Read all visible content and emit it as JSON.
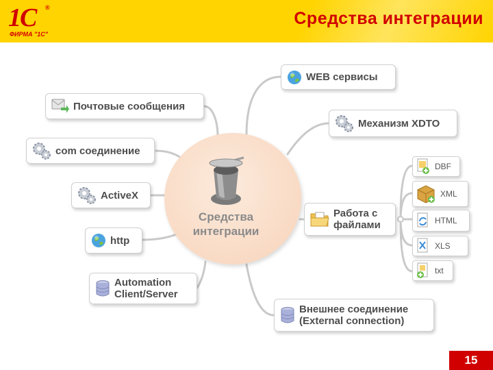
{
  "header": {
    "logo_text": "1С",
    "logo_reg": "®",
    "logo_sub": "ФИРМА \"1С\"",
    "title": "Средства интеграции"
  },
  "diagram": {
    "center": {
      "label_line1": "Средства",
      "label_line2": "интеграции",
      "icon": "top-hat-icon"
    },
    "nodes": {
      "web_services": {
        "label": "WEB сервисы",
        "icon": "globe-icon"
      },
      "mail": {
        "label": "Почтовые сообщения",
        "icon": "mail-exchange-icon"
      },
      "xdto": {
        "label": "Механизм XDTO",
        "icon": "gears-icon"
      },
      "com": {
        "label": "com соединение",
        "icon": "gears-icon"
      },
      "activex": {
        "label": "ActiveX",
        "icon": "gears-icon"
      },
      "http": {
        "label": "http",
        "icon": "globe-icon"
      },
      "automation": {
        "label_line1": "Automation",
        "label_line2": "Client/Server",
        "icon": "database-icon"
      },
      "files": {
        "label_line1": "Работа с",
        "label_line2": "файлами",
        "icon": "folder-icon"
      },
      "external": {
        "label_line1": "Внешнее соединение",
        "label_line2": "(External connection)",
        "icon": "database-icon"
      }
    },
    "file_formats": [
      {
        "label": "DBF",
        "icon": "dbf-file-icon"
      },
      {
        "label": "XML",
        "icon": "package-icon"
      },
      {
        "label": "HTML",
        "icon": "html-file-icon"
      },
      {
        "label": "XLS",
        "icon": "xls-file-icon"
      },
      {
        "label": "txt",
        "icon": "txt-file-icon"
      }
    ]
  },
  "colors": {
    "brand_yellow": "#FFD400",
    "brand_red": "#D00000",
    "center_fill": "#F9DAC4",
    "node_text": "#4d4d4d"
  },
  "footer": {
    "page_number": "15"
  }
}
